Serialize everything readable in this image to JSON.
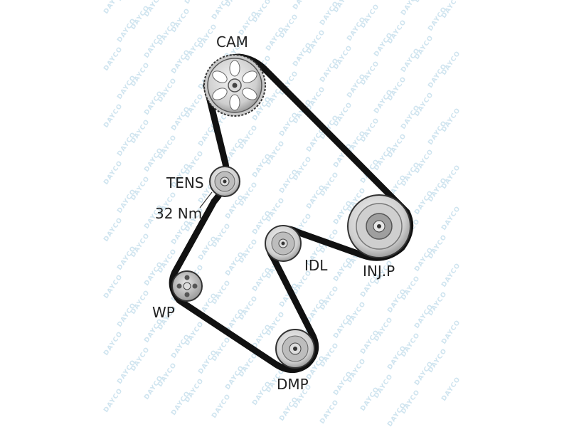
{
  "labels": {
    "cam": "CAM",
    "tens": "TENS",
    "torque": "32 Nm",
    "inj": "INJ.P",
    "idl": "IDL",
    "wp": "WP",
    "dmp": "DMP"
  },
  "watermark": "DAYCO",
  "colors": {
    "belt": "#111111",
    "pulley_light": "#e2e2e2",
    "pulley_mid": "#b8b8b8",
    "pulley_dark": "#4a4a4a",
    "watermark": "#cfe4ef"
  }
}
